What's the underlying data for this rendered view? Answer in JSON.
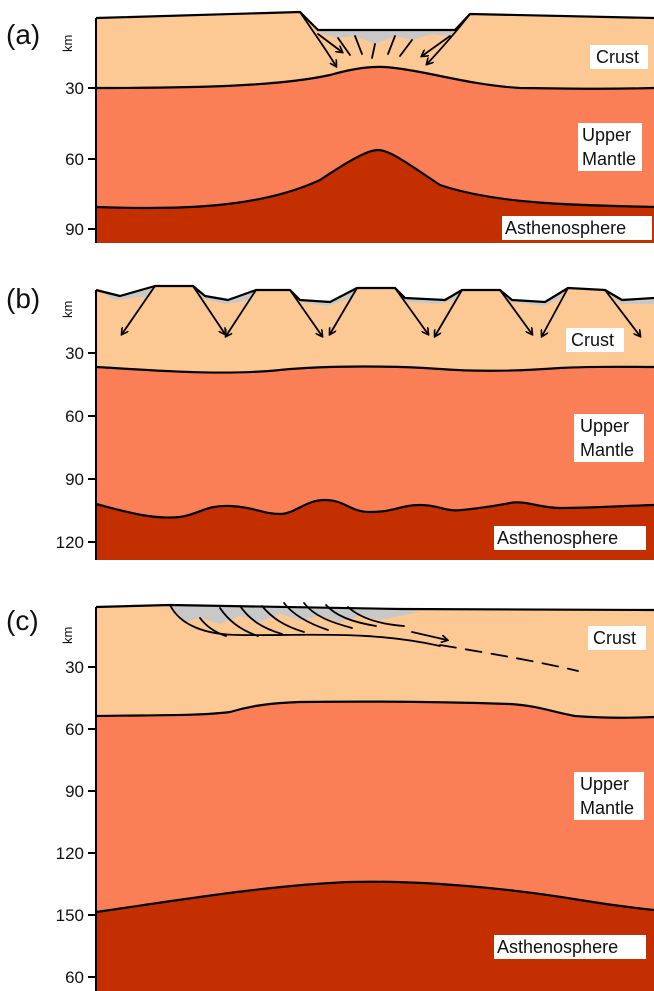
{
  "panels": [
    {
      "label": "(a)",
      "unit": "km",
      "ticks": [
        "30",
        "60",
        "90"
      ],
      "layers": {
        "crust": "Crust",
        "mantle_1": "Upper",
        "mantle_2": "Mantle",
        "asthenosphere": "Asthenosphere"
      }
    },
    {
      "label": "(b)",
      "unit": "km",
      "ticks": [
        "30",
        "60",
        "90",
        "120"
      ],
      "layers": {
        "crust": "Crust",
        "mantle_1": "Upper",
        "mantle_2": "Mantle",
        "asthenosphere": "Asthenosphere"
      }
    },
    {
      "label": "(c)",
      "unit": "km",
      "ticks": [
        "30",
        "60",
        "90",
        "120",
        "150",
        "60"
      ],
      "layers": {
        "crust": "Crust",
        "mantle_1": "Upper",
        "mantle_2": "Mantle",
        "asthenosphere": "Asthenosphere"
      }
    }
  ],
  "colors": {
    "crust": "#fcc893",
    "mantle": "#fb7f56",
    "asthenosphere": "#c42f00",
    "basin_fill": "#c8c8c8"
  }
}
